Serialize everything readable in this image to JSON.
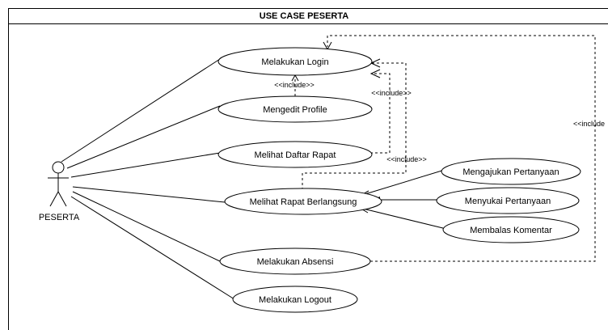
{
  "diagram": {
    "title": "USE CASE PESERTA",
    "actor": "PESERTA",
    "use_cases": {
      "login": "Melakukan Login",
      "edit_profile": "Mengedit Profile",
      "daftar_rapat": "Melihat Daftar Rapat",
      "rapat_berlangsung": "Melihat Rapat Berlangsung",
      "absensi": "Melakukan Absensi",
      "logout": "Melakukan Logout",
      "ajukan_pertanyaan": "Mengajukan Pertanyaan",
      "sukai_pertanyaan": "Menyukai Pertanyaan",
      "balas_komentar": "Membalas Komentar"
    },
    "relations": {
      "include_edit_profile": "<<include>>",
      "include_daftar_rapat": "<<include>>",
      "include_rapat_berlangsung": "<<include>>",
      "include_absensi": "<<include"
    }
  }
}
